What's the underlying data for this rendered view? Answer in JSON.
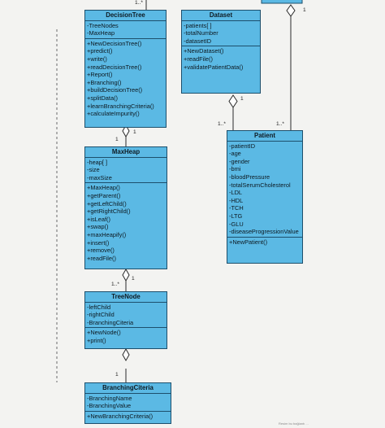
{
  "classes": {
    "decision_tree": {
      "name": "DecisionTree",
      "attributes": [
        "-TreeNodes",
        "-MaxHeap"
      ],
      "methods": [
        "+NewDecisionTree()",
        "+predict()",
        "+write()",
        "+readDecisionTree()",
        "+Report()",
        "+Branching()",
        "+buildDecisionTree()",
        "+splitData()",
        "+learnBranchingCriteria()",
        "+calculateImpurity()"
      ]
    },
    "dataset": {
      "name": "Dataset",
      "attributes": [
        "-patients[ ]",
        "-totalNumber",
        "-datasetID"
      ],
      "methods": [
        "+NewDataset()",
        "+readFile()",
        "+validatePatientData()"
      ]
    },
    "patient": {
      "name": "Patient",
      "attributes": [
        "-patientID",
        "-age",
        "-gender",
        "-bmi",
        "-bloodPressure",
        "-totalSerumCholesterol",
        "-LDL",
        "-HDL",
        "-TCH",
        "-LTG",
        "-GLU",
        "-diseaseProgressionValue"
      ],
      "methods": [
        "+NewPatient()"
      ]
    },
    "max_heap": {
      "name": "MaxHeap",
      "attributes": [
        "-heap[ ]",
        "-size",
        "-maxSize"
      ],
      "methods": [
        "+MaxHeap()",
        "+getParent()",
        "+getLeftChild()",
        "+getRightChild()",
        "+isLeaf()",
        "+swap()",
        "+maxHeapify()",
        "+insert()",
        "+remove()",
        "+readFile()"
      ]
    },
    "tree_node": {
      "name": "TreeNode",
      "attributes": [
        "-leftChild",
        "-rightChild",
        "-BranchingCiteria"
      ],
      "methods": [
        "+NewNode()",
        "+print()"
      ]
    },
    "branching_criteria": {
      "name": "BranchingCiteria",
      "attributes": [
        "-BranchingName",
        "-BranchingValue"
      ],
      "methods": [
        "+NewBranchingCriteria()"
      ]
    }
  },
  "multiplicities": {
    "top_left": "1..*",
    "top_right": "1",
    "dataset_patient": "1",
    "patient_dataset_end": "1..*",
    "patient_top_end": "1..*",
    "dt_heap_left": "1",
    "dt_heap_right": "1",
    "heap_node_left": "1..*",
    "heap_node_right": "1",
    "criteria_end": "1"
  },
  "footnote": "Resim bu bağlantı ..."
}
